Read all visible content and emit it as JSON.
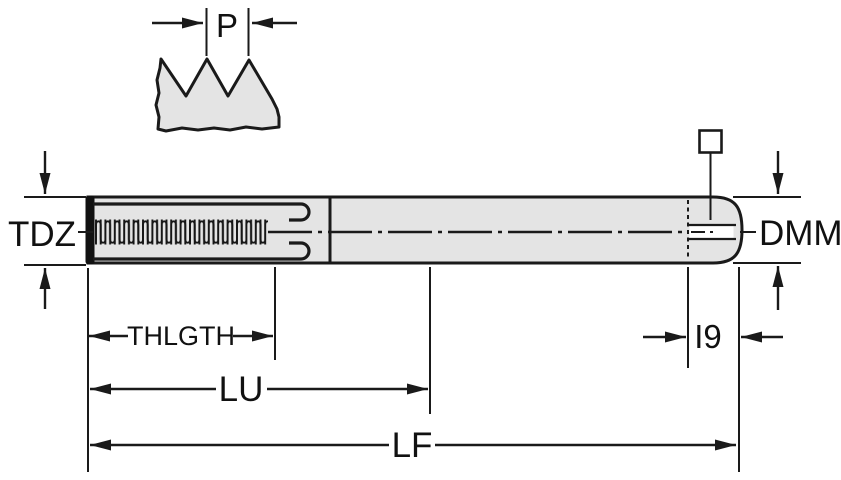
{
  "diagram_title": "tap-dimension-drawing",
  "labels": {
    "pitch": "P",
    "thread_diameter": "TDZ",
    "shank_diameter": "DMM",
    "thread_length": "THLGTH",
    "usable_length": "LU",
    "total_length": "LF",
    "square_length": "I9"
  },
  "icons": {
    "square_drive_icon": "□"
  },
  "colors": {
    "outline": "#1a1a1a",
    "body_fill": "#e4e4e4",
    "background": "#ffffff"
  }
}
